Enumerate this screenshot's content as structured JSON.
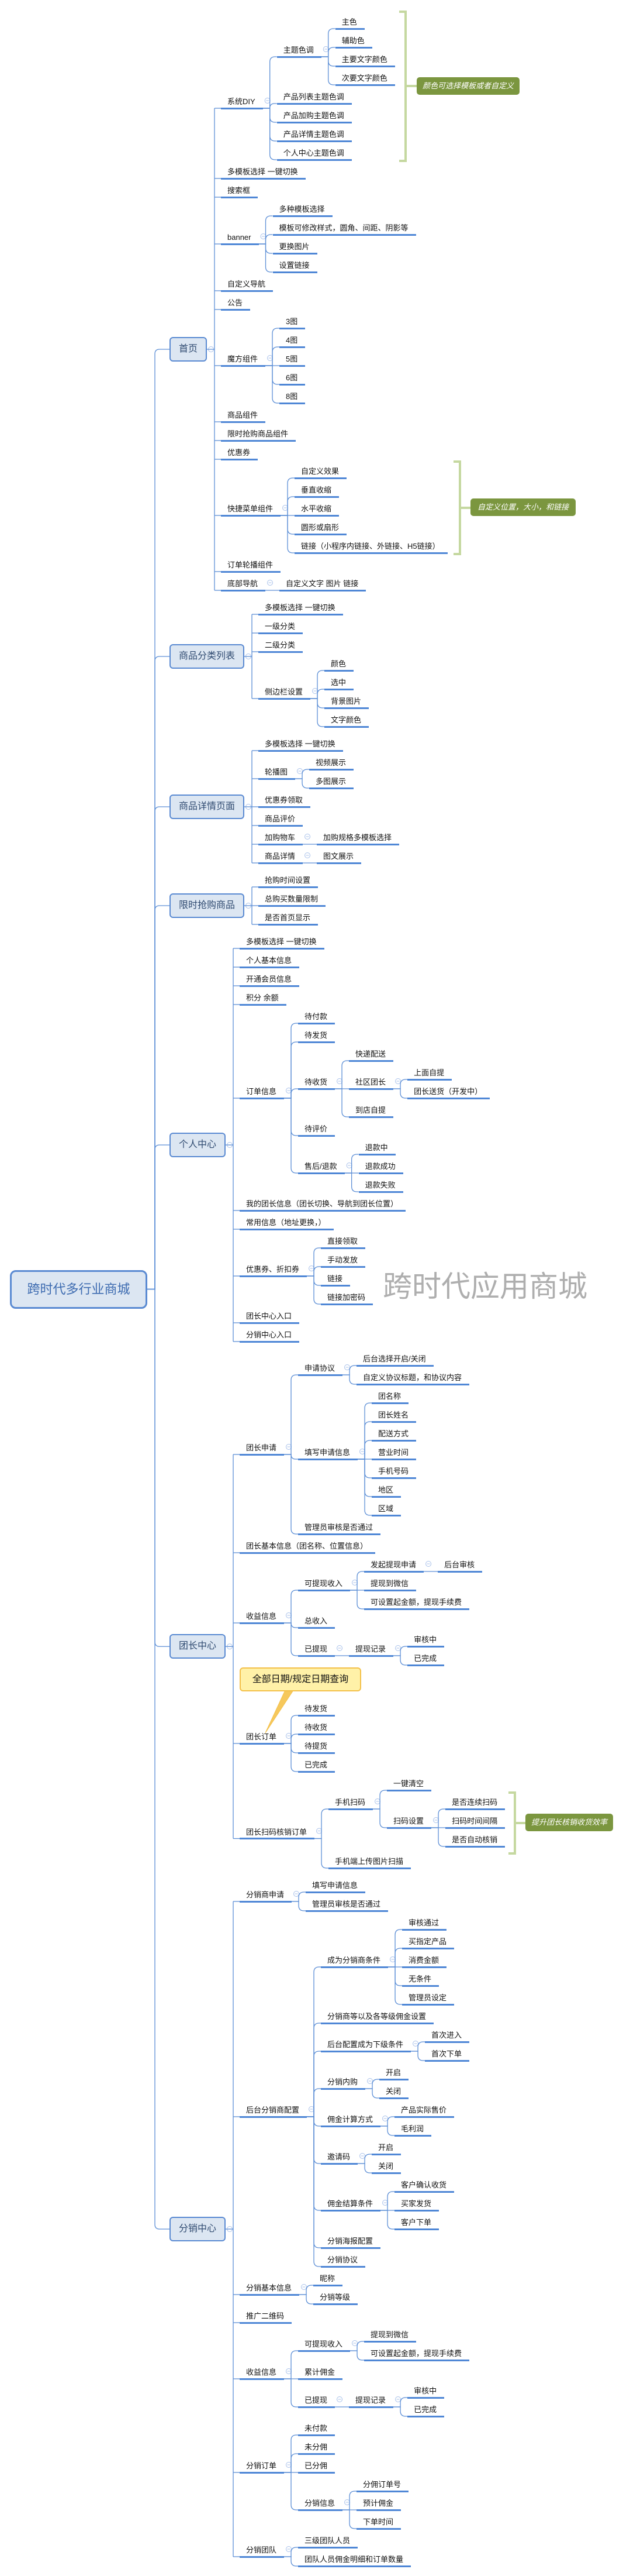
{
  "colors": {
    "topic_line": "#4f87d6",
    "box_fill": "#dce6f2",
    "box_border": "#5a8ad2",
    "summary_fill": "#7b963f",
    "bracket": "#c5d8a0",
    "note_fill": "#fff1a8"
  },
  "watermark": "跨时代应用商城",
  "note": "全部日期/规定日期查询",
  "summaries": [
    "颜色可选择模板或者自定义",
    "自定义位置，大小，和链接",
    "提升团长核销收货效率"
  ],
  "tree": {
    "label": "跨时代多行业商城",
    "children": [
      {
        "label": "首页",
        "children": [
          {
            "label": "系统DIY",
            "children": [
              {
                "label": "主题色调",
                "children": [
                  {
                    "label": "主色"
                  },
                  {
                    "label": "辅助色"
                  },
                  {
                    "label": "主要文字颜色"
                  },
                  {
                    "label": "次要文字颜色"
                  }
                ]
              },
              {
                "label": "产品列表主题色调"
              },
              {
                "label": "产品加购主题色调"
              },
              {
                "label": "产品详情主题色调"
              },
              {
                "label": "个人中心主题色调"
              }
            ]
          },
          {
            "label": "多模板选择 一键切换"
          },
          {
            "label": "搜索框"
          },
          {
            "label": "banner",
            "children": [
              {
                "label": "多种模板选择"
              },
              {
                "label": "模板可修改样式，圆角、间距、阴影等"
              },
              {
                "label": "更换图片"
              },
              {
                "label": "设置链接"
              }
            ]
          },
          {
            "label": "自定义导航"
          },
          {
            "label": "公告"
          },
          {
            "label": "魔方组件",
            "children": [
              {
                "label": "3图"
              },
              {
                "label": "4图"
              },
              {
                "label": "5图"
              },
              {
                "label": "6图"
              },
              {
                "label": "8图"
              }
            ]
          },
          {
            "label": "商品组件"
          },
          {
            "label": "限时抢购商品组件"
          },
          {
            "label": "优惠券"
          },
          {
            "label": "快捷菜单组件",
            "children": [
              {
                "label": "自定义效果"
              },
              {
                "label": "垂直收缩"
              },
              {
                "label": "水平收缩"
              },
              {
                "label": "圆形或扇形"
              },
              {
                "label": "链接（小程序内链接、外链接、H5链接）"
              }
            ]
          },
          {
            "label": "订单轮播组件"
          },
          {
            "label": "底部导航",
            "children": [
              {
                "label": "自定义文字 图片 链接"
              }
            ]
          }
        ]
      },
      {
        "label": "商品分类列表",
        "children": [
          {
            "label": "多模板选择 一键切换"
          },
          {
            "label": "一级分类"
          },
          {
            "label": "二级分类"
          },
          {
            "label": "侧边栏设置",
            "children": [
              {
                "label": "颜色"
              },
              {
                "label": "选中"
              },
              {
                "label": "背景图片"
              },
              {
                "label": "文字颜色"
              }
            ]
          }
        ]
      },
      {
        "label": "商品详情页面",
        "children": [
          {
            "label": "多模板选择 一键切换"
          },
          {
            "label": "轮播图",
            "children": [
              {
                "label": "视频展示"
              },
              {
                "label": "多图展示"
              }
            ]
          },
          {
            "label": "优惠券领取"
          },
          {
            "label": "商品评价"
          },
          {
            "label": "加购物车",
            "children": [
              {
                "label": "加购规格多模板选择"
              }
            ]
          },
          {
            "label": "商品详情",
            "children": [
              {
                "label": "图文展示"
              }
            ]
          }
        ]
      },
      {
        "label": "限时抢购商品",
        "children": [
          {
            "label": "抢购时间设置"
          },
          {
            "label": "总购买数量限制"
          },
          {
            "label": "是否首页显示"
          }
        ]
      },
      {
        "label": "个人中心",
        "children": [
          {
            "label": "多模板选择 一键切换"
          },
          {
            "label": "个人基本信息"
          },
          {
            "label": "开通会员信息"
          },
          {
            "label": "积分 余额"
          },
          {
            "label": "订单信息",
            "children": [
              {
                "label": "待付款"
              },
              {
                "label": "待发货"
              },
              {
                "label": "待收货",
                "children": [
                  {
                    "label": "快递配送"
                  },
                  {
                    "label": "社区团长",
                    "children": [
                      {
                        "label": "上面自提"
                      },
                      {
                        "label": "团长送货（开发中）"
                      }
                    ]
                  },
                  {
                    "label": "到店自提"
                  }
                ]
              },
              {
                "label": "待评价"
              },
              {
                "label": "售后/退款",
                "children": [
                  {
                    "label": "退款中"
                  },
                  {
                    "label": "退款成功"
                  },
                  {
                    "label": "退款失败"
                  }
                ]
              }
            ]
          },
          {
            "label": "我的团长信息（团长切换、导航到团长位置）"
          },
          {
            "label": "常用信息（地址更换，）"
          },
          {
            "label": "优惠券、折扣券",
            "children": [
              {
                "label": "直接领取"
              },
              {
                "label": "手动发放"
              },
              {
                "label": "链接"
              },
              {
                "label": "链接加密码"
              }
            ]
          },
          {
            "label": "团长中心入口"
          },
          {
            "label": "分销中心入口"
          }
        ]
      },
      {
        "label": "团长中心",
        "children": [
          {
            "label": "团长申请",
            "children": [
              {
                "label": "申请协议",
                "children": [
                  {
                    "label": "后台选择开启/关闭"
                  },
                  {
                    "label": "自定义协议标题，和协议内容"
                  }
                ]
              },
              {
                "label": "填写申请信息",
                "children": [
                  {
                    "label": "团名称"
                  },
                  {
                    "label": "团长姓名"
                  },
                  {
                    "label": "配送方式"
                  },
                  {
                    "label": "营业时间"
                  },
                  {
                    "label": "手机号码"
                  },
                  {
                    "label": "地区"
                  },
                  {
                    "label": "区域"
                  }
                ]
              },
              {
                "label": "管理员审核是否通过"
              }
            ]
          },
          {
            "label": "团长基本信息（团名称、位置信息）"
          },
          {
            "label": "收益信息",
            "children": [
              {
                "label": "可提现收入",
                "children": [
                  {
                    "label": "发起提现申请",
                    "children": [
                      {
                        "label": "后台审核"
                      }
                    ]
                  },
                  {
                    "label": "提现到微信"
                  },
                  {
                    "label": "可设置起金额，提现手续费"
                  }
                ]
              },
              {
                "label": "总收入"
              },
              {
                "label": "已提现",
                "children": [
                  {
                    "label": "提现记录",
                    "children": [
                      {
                        "label": "审核中"
                      },
                      {
                        "label": "已完成"
                      }
                    ]
                  }
                ]
              }
            ]
          },
          {
            "label": "团长订单",
            "children": [
              {
                "label": "待发货"
              },
              {
                "label": "待收货"
              },
              {
                "label": "待提货"
              },
              {
                "label": "已完成"
              }
            ]
          },
          {
            "label": "团长扫码核销订单",
            "children": [
              {
                "label": "手机扫码",
                "children": [
                  {
                    "label": "一键清空"
                  },
                  {
                    "label": "扫码设置",
                    "children": [
                      {
                        "label": "是否连续扫码"
                      },
                      {
                        "label": "扫码时间间隔"
                      },
                      {
                        "label": "是否自动核销"
                      }
                    ]
                  }
                ]
              },
              {
                "label": "手机端上传图片扫描"
              }
            ]
          }
        ]
      },
      {
        "label": "分销中心",
        "children": [
          {
            "label": "分销商申请",
            "children": [
              {
                "label": "填写申请信息"
              },
              {
                "label": "管理员审核是否通过"
              }
            ]
          },
          {
            "label": "后台分销商配置",
            "children": [
              {
                "label": "成为分销商条件",
                "children": [
                  {
                    "label": "审核通过"
                  },
                  {
                    "label": "买指定产品"
                  },
                  {
                    "label": "消费金额"
                  },
                  {
                    "label": "无条件"
                  },
                  {
                    "label": "管理员设定"
                  }
                ]
              },
              {
                "label": "分销商等以及各等级佣金设置"
              },
              {
                "label": "后台配置成为下级条件",
                "children": [
                  {
                    "label": "首次进入"
                  },
                  {
                    "label": "首次下单"
                  }
                ]
              },
              {
                "label": "分销内购",
                "children": [
                  {
                    "label": "开启"
                  },
                  {
                    "label": "关闭"
                  }
                ]
              },
              {
                "label": "佣金计算方式",
                "children": [
                  {
                    "label": "产品实际售价"
                  },
                  {
                    "label": "毛利润"
                  }
                ]
              },
              {
                "label": "邀请码",
                "children": [
                  {
                    "label": "开启"
                  },
                  {
                    "label": "关闭"
                  }
                ]
              },
              {
                "label": "佣金结算条件",
                "children": [
                  {
                    "label": "客户确认收货"
                  },
                  {
                    "label": "买家发货"
                  },
                  {
                    "label": "客户下单"
                  }
                ]
              },
              {
                "label": "分销海报配置"
              },
              {
                "label": "分销协议"
              }
            ]
          },
          {
            "label": "分销基本信息",
            "children": [
              {
                "label": "昵称"
              },
              {
                "label": "分销等级"
              }
            ]
          },
          {
            "label": "推广二维码"
          },
          {
            "label": "收益信息",
            "children": [
              {
                "label": "可提现收入",
                "children": [
                  {
                    "label": "提现到微信"
                  },
                  {
                    "label": "可设置起金额，提现手续费"
                  }
                ]
              },
              {
                "label": "累计佣金"
              },
              {
                "label": "已提现",
                "children": [
                  {
                    "label": "提现记录",
                    "children": [
                      {
                        "label": "审核中"
                      },
                      {
                        "label": "已完成"
                      }
                    ]
                  }
                ]
              }
            ]
          },
          {
            "label": "分销订单",
            "children": [
              {
                "label": "未付款"
              },
              {
                "label": "未分佣"
              },
              {
                "label": "已分佣"
              },
              {
                "label": "分销信息",
                "children": [
                  {
                    "label": "分佣订单号"
                  },
                  {
                    "label": "预计佣金"
                  },
                  {
                    "label": "下单时间"
                  }
                ]
              }
            ]
          },
          {
            "label": "分销团队",
            "children": [
              {
                "label": "三级团队人员"
              },
              {
                "label": "团队人员佣金明细和订单数量"
              }
            ]
          }
        ]
      }
    ]
  }
}
